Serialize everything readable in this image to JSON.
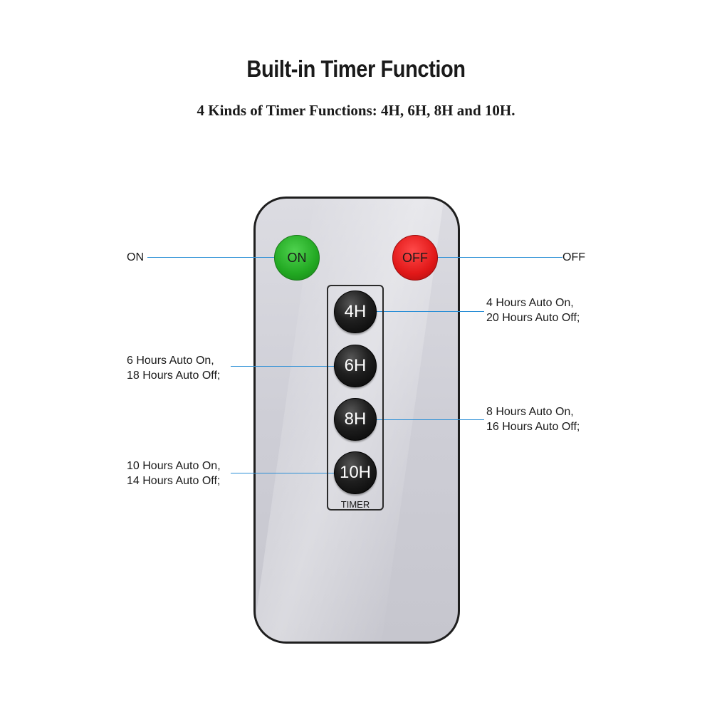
{
  "heading": {
    "title": "Built-in Timer Function",
    "subtitle": "4 Kinds of Timer Functions: 4H, 6H, 8H and 10H."
  },
  "remote": {
    "on_button": "ON",
    "off_button": "OFF",
    "timer_buttons": [
      "4H",
      "6H",
      "8H",
      "10H"
    ],
    "timer_label": "TIMER",
    "colors": {
      "on": "#22a822",
      "off": "#e11818",
      "timer": "#111111",
      "body": "#d2d2da",
      "leader_line": "#2b8fd6"
    }
  },
  "annotations": {
    "on": "ON",
    "off": "OFF",
    "h4": {
      "line1": "4 Hours Auto On,",
      "line2": "20 Hours Auto Off;"
    },
    "h6": {
      "line1": "6 Hours Auto On,",
      "line2": "18 Hours Auto Off;"
    },
    "h8": {
      "line1": "8 Hours Auto On,",
      "line2": "16 Hours Auto Off;"
    },
    "h10": {
      "line1": "10 Hours Auto On,",
      "line2": "14 Hours Auto Off;"
    }
  }
}
